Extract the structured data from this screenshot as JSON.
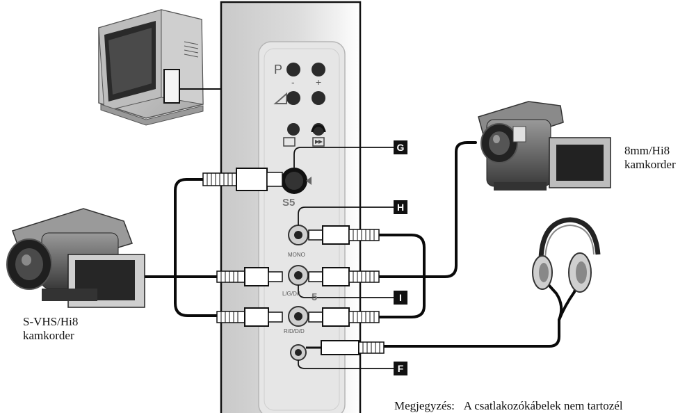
{
  "labels": {
    "svhs_camcorder": [
      "S-VHS/Hi8",
      "kamkorder"
    ],
    "mm8_camcorder": [
      "8mm/Hi8",
      "kamkorder"
    ]
  },
  "markers": {
    "g": "G",
    "h": "H",
    "i": "I",
    "f": "F"
  },
  "panel_text": {
    "program": "P",
    "minus": "-",
    "plus": "+",
    "svideo_input": "S5",
    "av_input": "5",
    "mono": "MONO",
    "left_audio": "L/G/D/I",
    "right_audio": "R/D/D/D"
  },
  "note": {
    "label": "Megjegyzés:",
    "text": "A csatlakozókábelek nem tartozél"
  },
  "colors": {
    "panel": "#d6d6d6",
    "panel_light": "#ececec",
    "ink": "#111111",
    "cable": "#0a0a0a"
  }
}
